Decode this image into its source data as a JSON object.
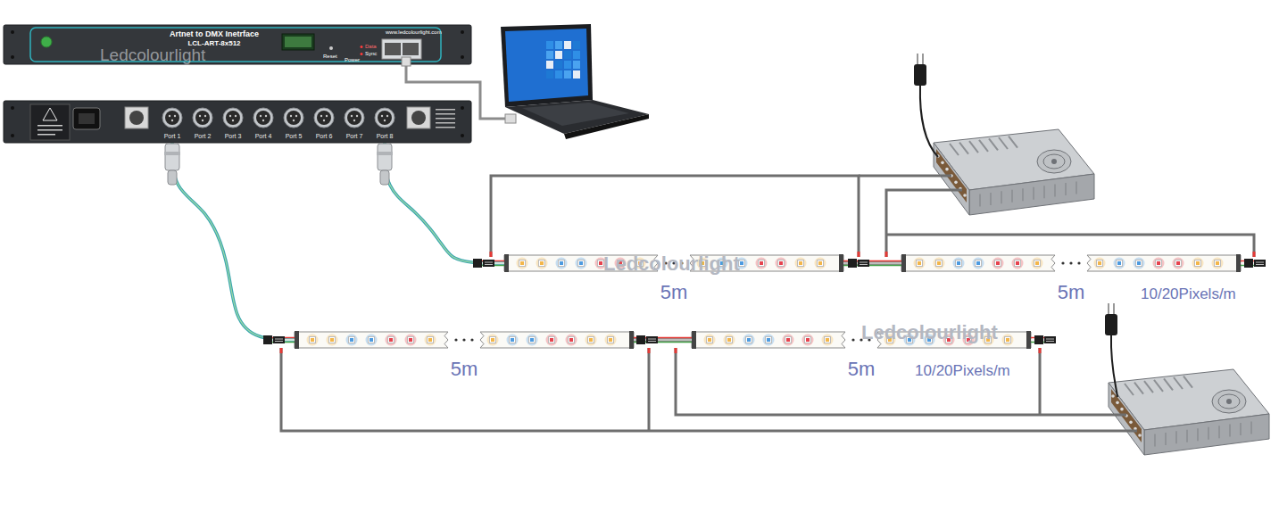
{
  "diagram": {
    "nodes": [
      {
        "text": [
          "Artnet to DMX Inetrface",
          "LCL-ART-8x512"
        ]
      },
      {
        "text": [
          "Port 1"
        ]
      },
      {
        "text": [
          "Port 2"
        ]
      },
      {
        "text": [
          "Port 3"
        ]
      },
      {
        "text": [
          "Port 4"
        ]
      },
      {
        "text": [
          "Port 5"
        ]
      },
      {
        "text": [
          "Port 6"
        ]
      },
      {
        "text": [
          "Port 7"
        ]
      },
      {
        "text": [
          "Port 8"
        ]
      },
      {
        "text": [
          "5m"
        ]
      },
      {
        "text": [
          "5m",
          "10/20Pixels/m"
        ]
      },
      {
        "text": [
          "5m"
        ]
      },
      {
        "text": [
          "5m",
          "10/20Pixels/m"
        ]
      }
    ],
    "edges": [
      {
        "from": 8,
        "to": 9,
        "arrow": "none"
      },
      {
        "from": 9,
        "to": 10,
        "arrow": "none"
      },
      {
        "from": 1,
        "to": 11,
        "arrow": "none"
      },
      {
        "from": 11,
        "to": 12,
        "arrow": "none"
      }
    ],
    "labels": [
      "www.ledcolourlight.com",
      "Reset",
      "Power",
      "Data",
      "Sync",
      "Ledcolourlight",
      "Ledcolourlight",
      "Ledcolourlight"
    ]
  }
}
